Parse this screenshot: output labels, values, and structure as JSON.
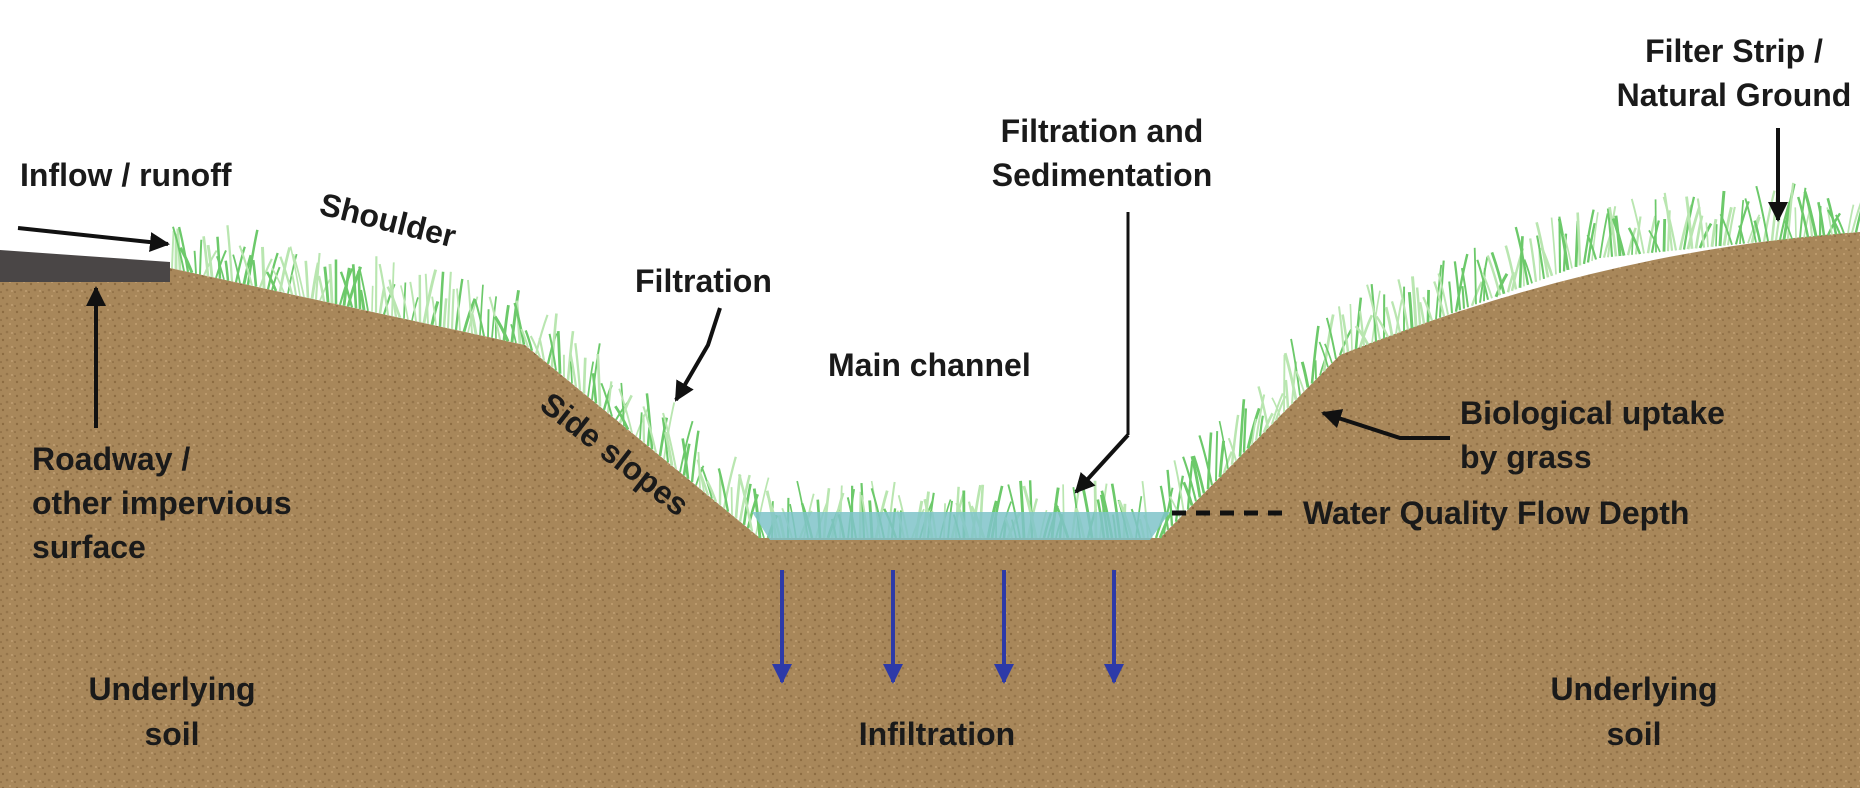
{
  "labels": {
    "inflow": "Inflow / runoff",
    "shoulder": "Shoulder",
    "filtration": "Filtration",
    "main_channel": "Main channel",
    "side_slopes": "Side slopes",
    "filtration_sedimentation": [
      "Filtration and",
      "Sedimentation"
    ],
    "filter_strip": [
      "Filter Strip /",
      "Natural Ground"
    ],
    "biological_uptake": [
      "Biological uptake",
      "by grass"
    ],
    "water_quality_flow_depth": "Water Quality Flow Depth",
    "roadway": [
      "Roadway /",
      "other impervious",
      "surface"
    ],
    "underlying_soil_left": [
      "Underlying",
      "soil"
    ],
    "underlying_soil_right": [
      "Underlying",
      "soil"
    ],
    "infiltration": "Infiltration"
  },
  "colors": {
    "soil": "#a8875a",
    "soil_dark": "#8e6f45",
    "grass": "#6cc96a",
    "grass_light": "#b9e6b0",
    "water": "#7fc3c9",
    "road": "#4a4646",
    "arrow_black": "#111111",
    "arrow_blue": "#2d3aa8"
  },
  "icons": {
    "inflow_arrow": "arrow-right-icon",
    "pointer_arrows": "arrow-pointer-icon",
    "infiltration_arrows": "arrow-down-icon"
  }
}
